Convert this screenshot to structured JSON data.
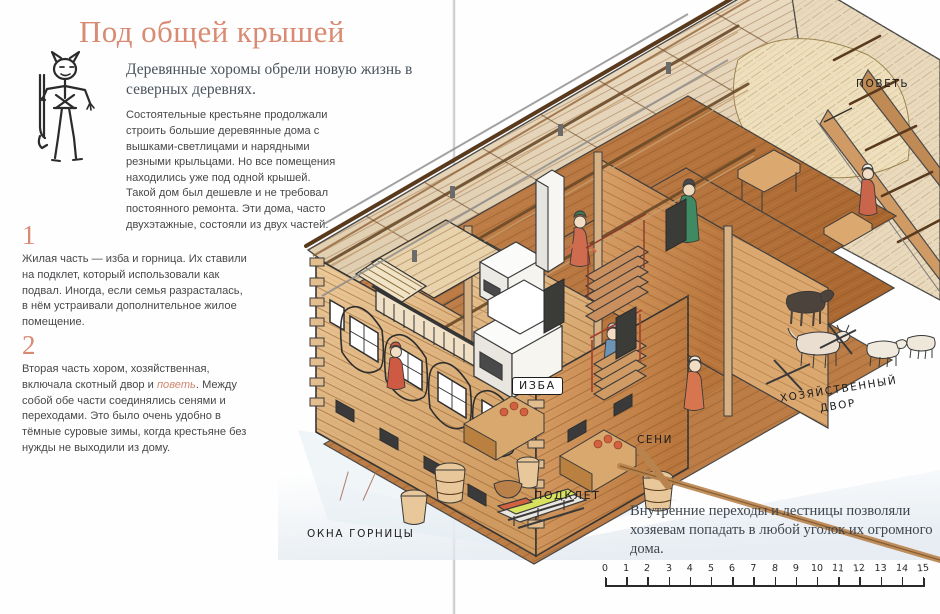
{
  "page": {
    "title": "Под общей крышей",
    "deck": "Деревянные хоромы обрели новую жизнь в северных деревнях.",
    "paragraphs": [
      "Состоятельные крестьяне продолжали строить большие деревянные дома с вышками-светлицами и нарядными резными крыльцами. Но все помещения находились уже под одной крышей.",
      "Такой дом был дешевле и не требовал постоянного ремонта. Эти дома, часто двухэтажные, состояли из двух частей."
    ],
    "sections": [
      {
        "number": "1",
        "text_before": "Жилая часть — изба и горница. Их ставили на подклет, который использовали как подвал. Иногда, если семья разрасталась, в нём устраивали дополнительное жилое помещение.",
        "highlight": "",
        "text_after": ""
      },
      {
        "number": "2",
        "text_before": "Вторая часть хором, хозяйственная, включала скотный двор и ",
        "highlight": "поветь",
        "text_after": ". Между собой обе части соединялись сенями и переходами. Это было очень удобно в тёмные суровые зимы, когда крестьяне без нужды не выходили из дому."
      }
    ],
    "caption": "Внутренние переходы и лестницы позволяли хозяевам попадать в любой уголок их огромного дома."
  },
  "illustration": {
    "alt": "cutaway-isometric-drawing-of-northern-russian-wooden-house",
    "labels": {
      "povet": "поветь",
      "izba": "ИЗБА",
      "seni": "сени",
      "podklet": "подклет",
      "okna_gornicy": "окна горницы",
      "hoz_dvor": "хозяйственный двор"
    }
  },
  "scale": {
    "ticks": [
      "0",
      "1",
      "2",
      "3",
      "4",
      "5",
      "6",
      "7",
      "8",
      "9",
      "10",
      "11",
      "12",
      "13",
      "14",
      "15"
    ],
    "min": 0,
    "max": 15
  },
  "colors": {
    "accent": "#d98a72",
    "body_text": "#47484a",
    "serif_text": "#3d454d",
    "background": "#ffffff",
    "wood_light": "#e8c79a",
    "wood_mid": "#c98f5e",
    "wood_dark": "#a8622f",
    "ink": "#1d1d1d"
  }
}
